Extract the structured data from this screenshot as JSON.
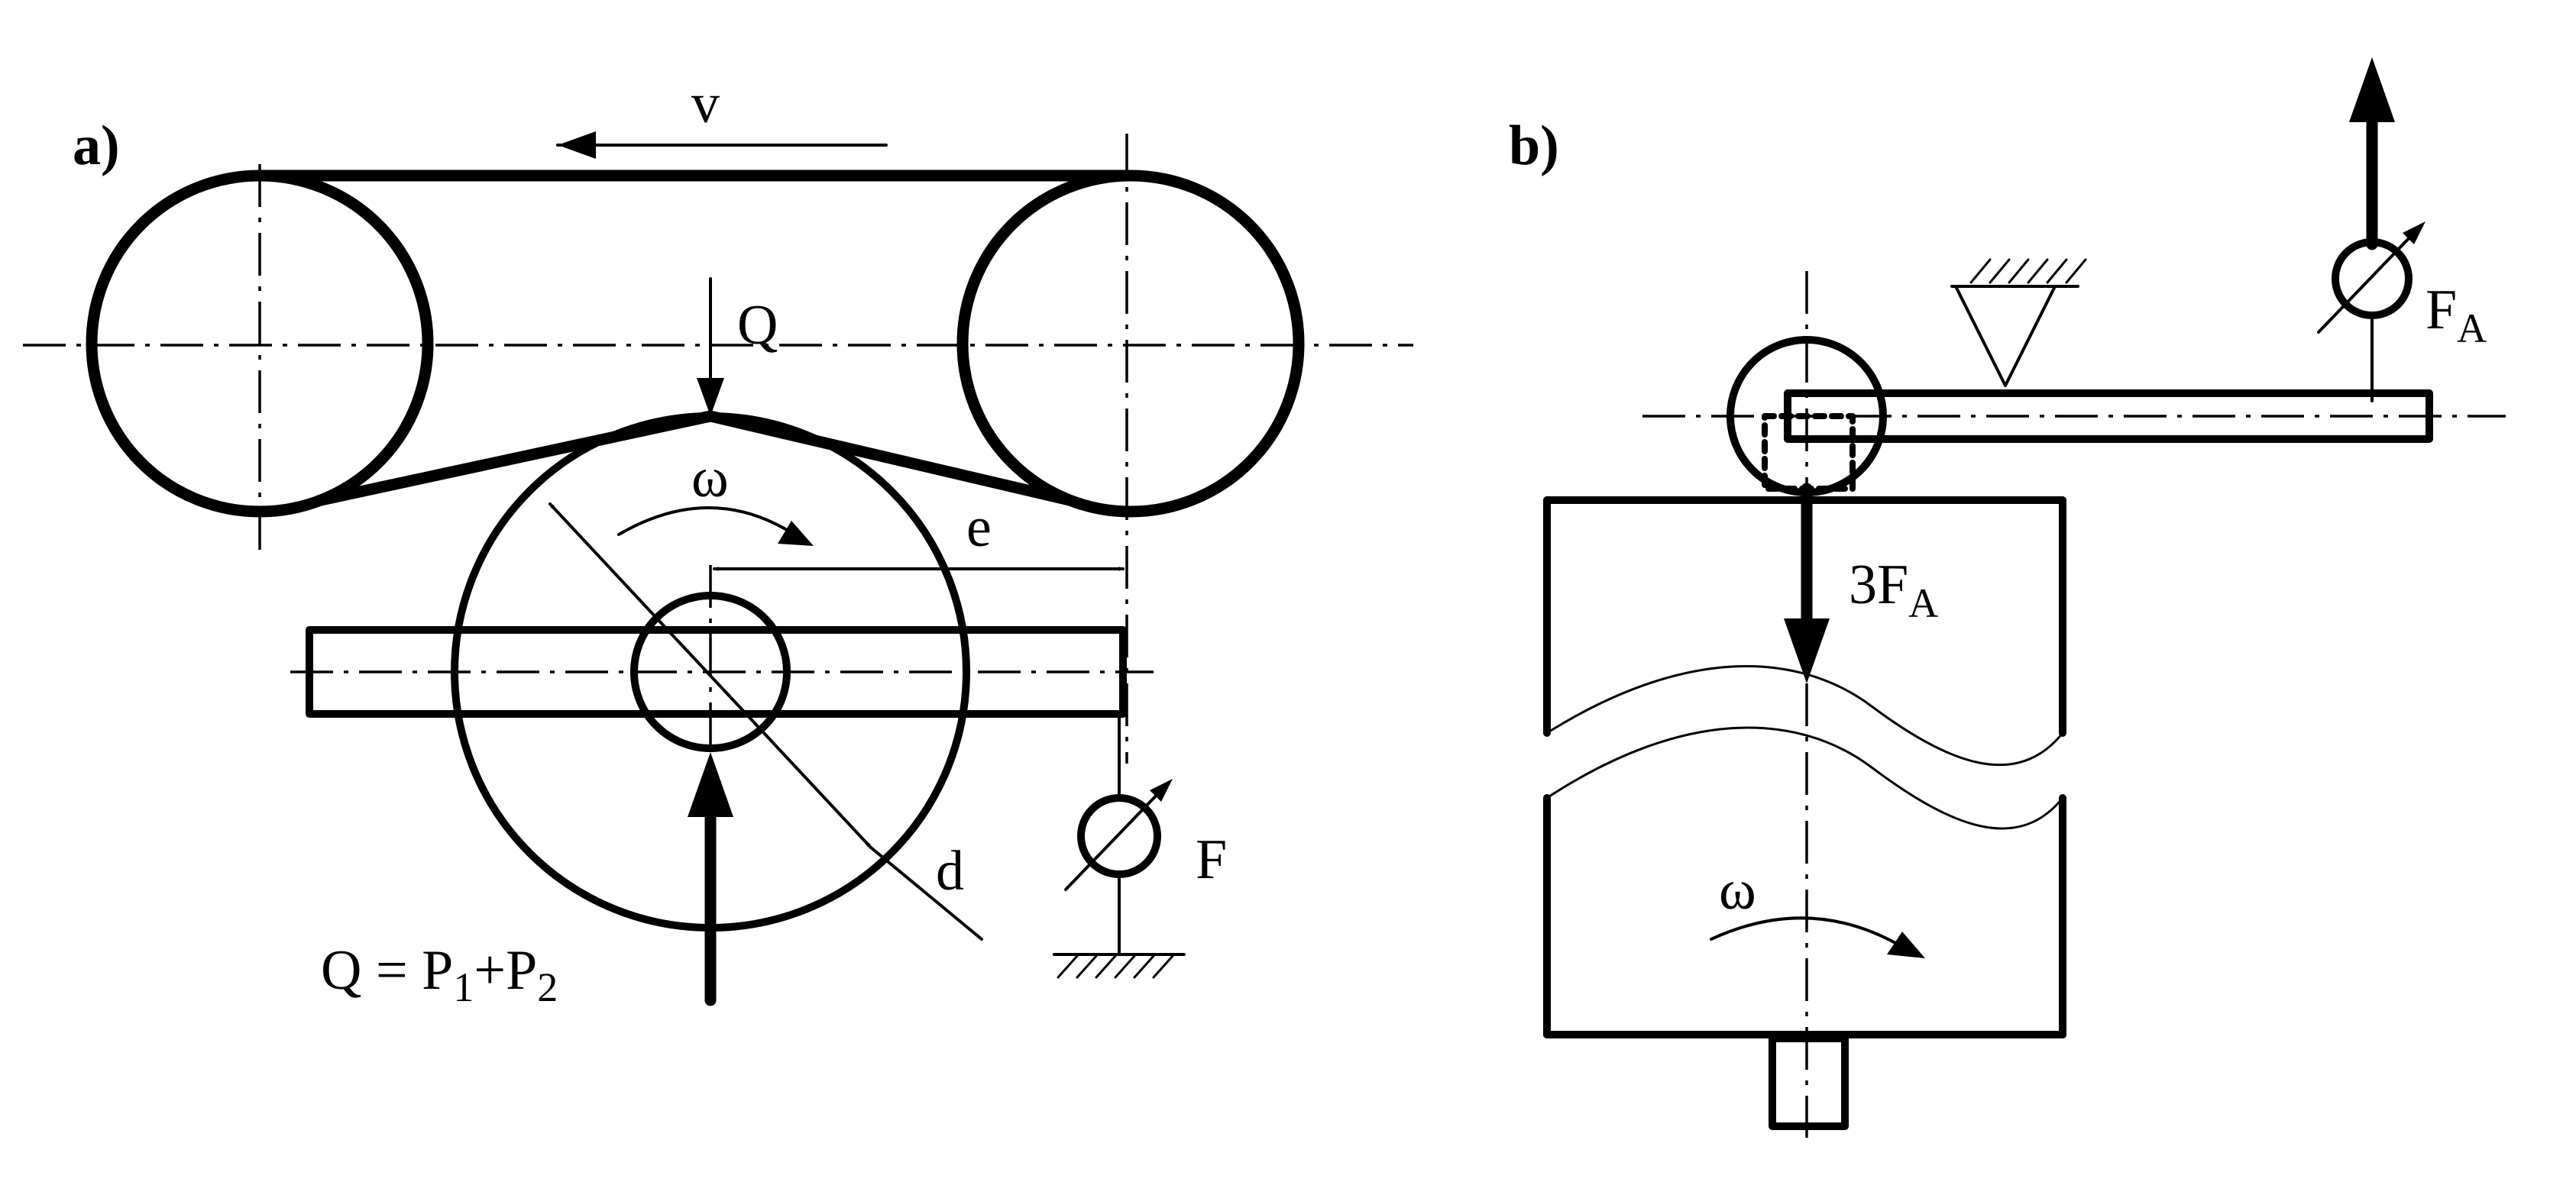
{
  "panel_a": {
    "label": "a)",
    "velocity": "v",
    "load": "Q",
    "angular_velocity": "ω",
    "eccentricity": "e",
    "diameter": "d",
    "force": "F",
    "equation": {
      "lhs": "Q = P",
      "sub1": "1",
      "plus": "+P",
      "sub2": "2"
    }
  },
  "panel_b": {
    "label": "b)",
    "force_top": {
      "main": "F",
      "sub": "A"
    },
    "force_down": {
      "main": "3F",
      "sub": "A"
    },
    "angular_velocity": "ω"
  }
}
